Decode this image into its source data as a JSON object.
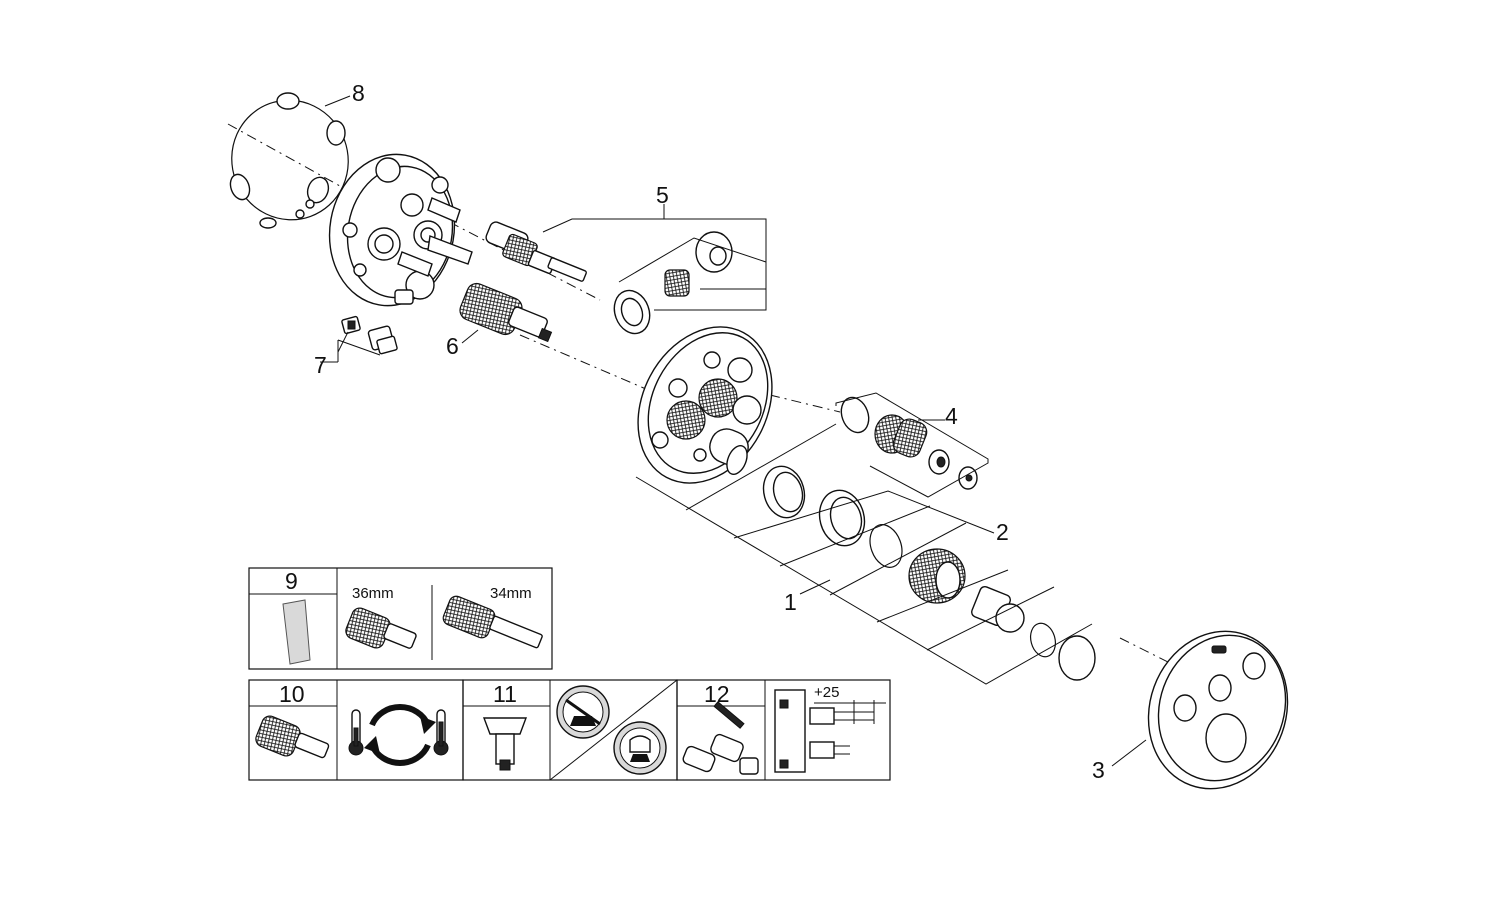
{
  "callouts": {
    "c1": "1",
    "c2": "2",
    "c3": "3",
    "c4": "4",
    "c5": "5",
    "c6": "6",
    "c7": "7",
    "c8": "8"
  },
  "legend": {
    "box9": {
      "number": "9",
      "size_a": "36mm",
      "size_b": "34mm"
    },
    "box10": {
      "number": "10"
    },
    "box11": {
      "number": "11"
    },
    "box12": {
      "number": "12",
      "extension": "+25"
    }
  },
  "icons": {
    "thermometer": "thermometer-icon",
    "rotate": "rotate-arrows-icon",
    "no_spray": "no-spray-icon",
    "spray": "shower-spray-icon"
  },
  "colors": {
    "line": "#111111",
    "background": "#ffffff",
    "fill_grey": "#d9d9d9"
  }
}
